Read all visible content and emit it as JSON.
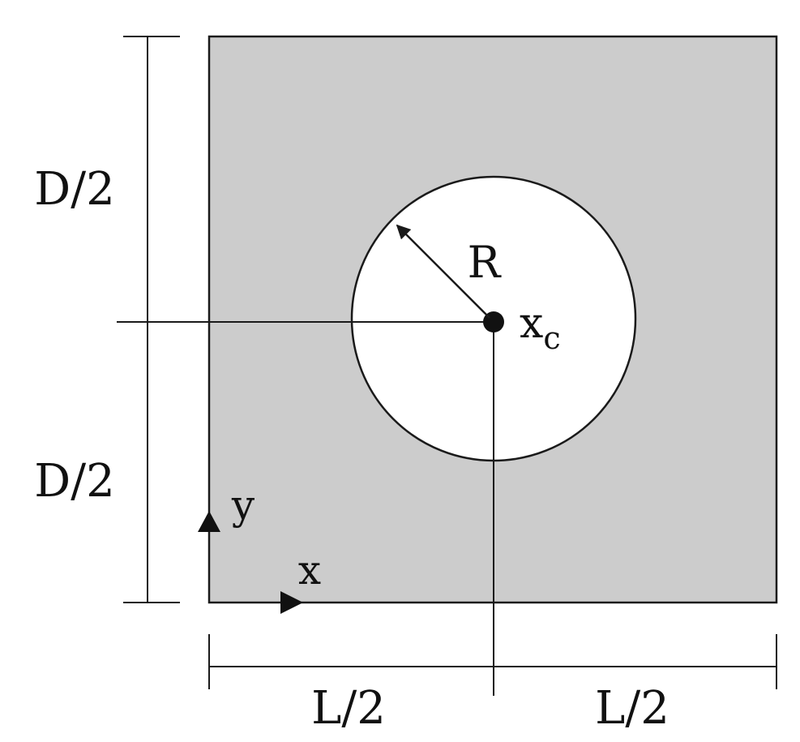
{
  "diagram": {
    "labels": {
      "half_height_top": "D/2",
      "half_height_bottom": "D/2",
      "half_length_left": "L/2",
      "half_length_right": "L/2",
      "radius": "R",
      "center_x": "x",
      "center_sub": "c",
      "axis_x": "x",
      "axis_y": "y"
    },
    "colors": {
      "domain_fill": "#cccccc",
      "hole_fill": "#ffffff",
      "stroke": "#1a1a1a"
    }
  }
}
